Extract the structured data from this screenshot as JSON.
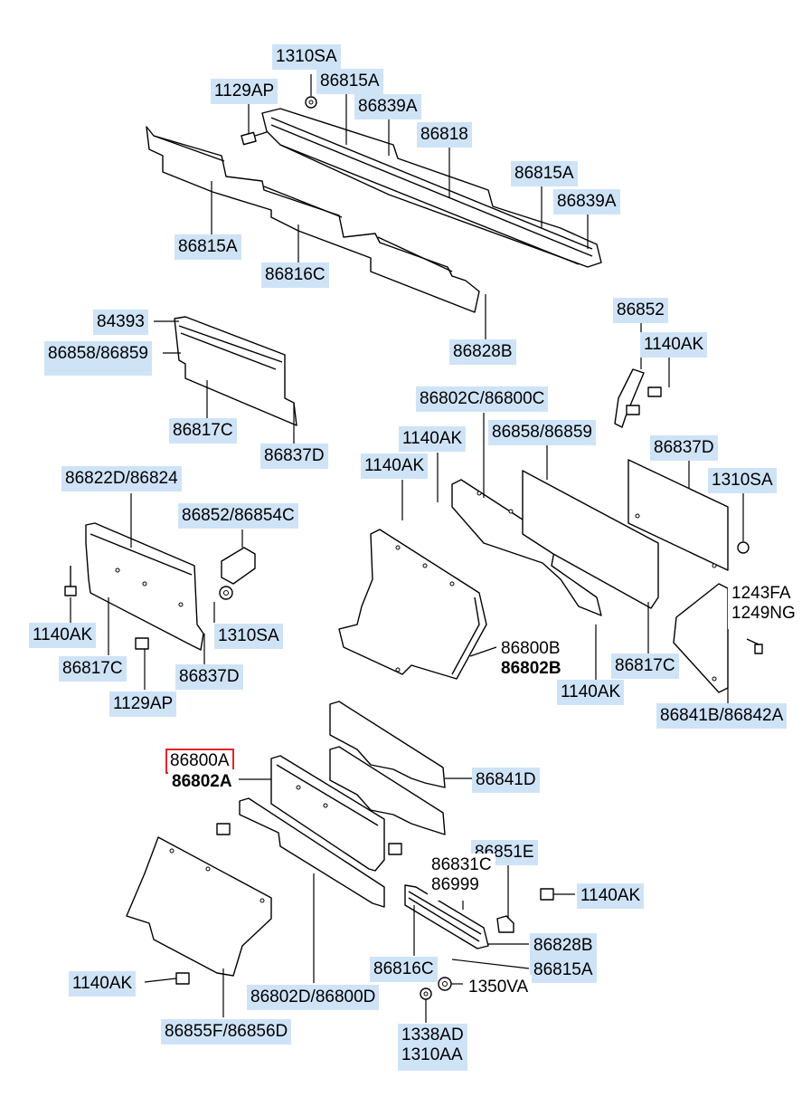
{
  "labels": {
    "l01": "1310SA",
    "l02": "86815A",
    "l03": "1129AP",
    "l04": "86839A",
    "l05": "86818",
    "l06": "86815A",
    "l07": "86839A",
    "l08": "86815A",
    "l09": "86816C",
    "l10": "86828B",
    "l11": "84393",
    "l12": "86858/86859",
    "l13": "86817C",
    "l14": "86837D",
    "l15": "86852",
    "l16": "1140AK",
    "l17": "86802C/86800C",
    "l18": "1140AK",
    "l19": "86858/86859",
    "l20": "86837D",
    "l21": "1140AK",
    "l22": "1310SA",
    "l23": "86822D/86824",
    "l24": "86852/86854C",
    "l25a": "1243FA",
    "l25b": "1249NG",
    "l26": "1140AK",
    "l27": "1310SA",
    "l28a": "86800B",
    "l28b": "86802B",
    "l29": "86817C",
    "l30": "86837D",
    "l31": "86817C",
    "l32": "1129AP",
    "l33": "1140AK",
    "l34": "86841B/86842A",
    "l35a": "86800A",
    "l35b": "86802A",
    "l36": "86841D",
    "l37": "86851E",
    "l38a": "86831C",
    "l38b": "86999",
    "l39": "1140AK",
    "l40": "86828B",
    "l41": "86816C",
    "l42": "86815A",
    "l43": "1140AK",
    "l44": "1350VA",
    "l45": "86802D/86800D",
    "l46a": "1338AD",
    "l46b": "1310AA",
    "l47": "86855F/86856D"
  }
}
